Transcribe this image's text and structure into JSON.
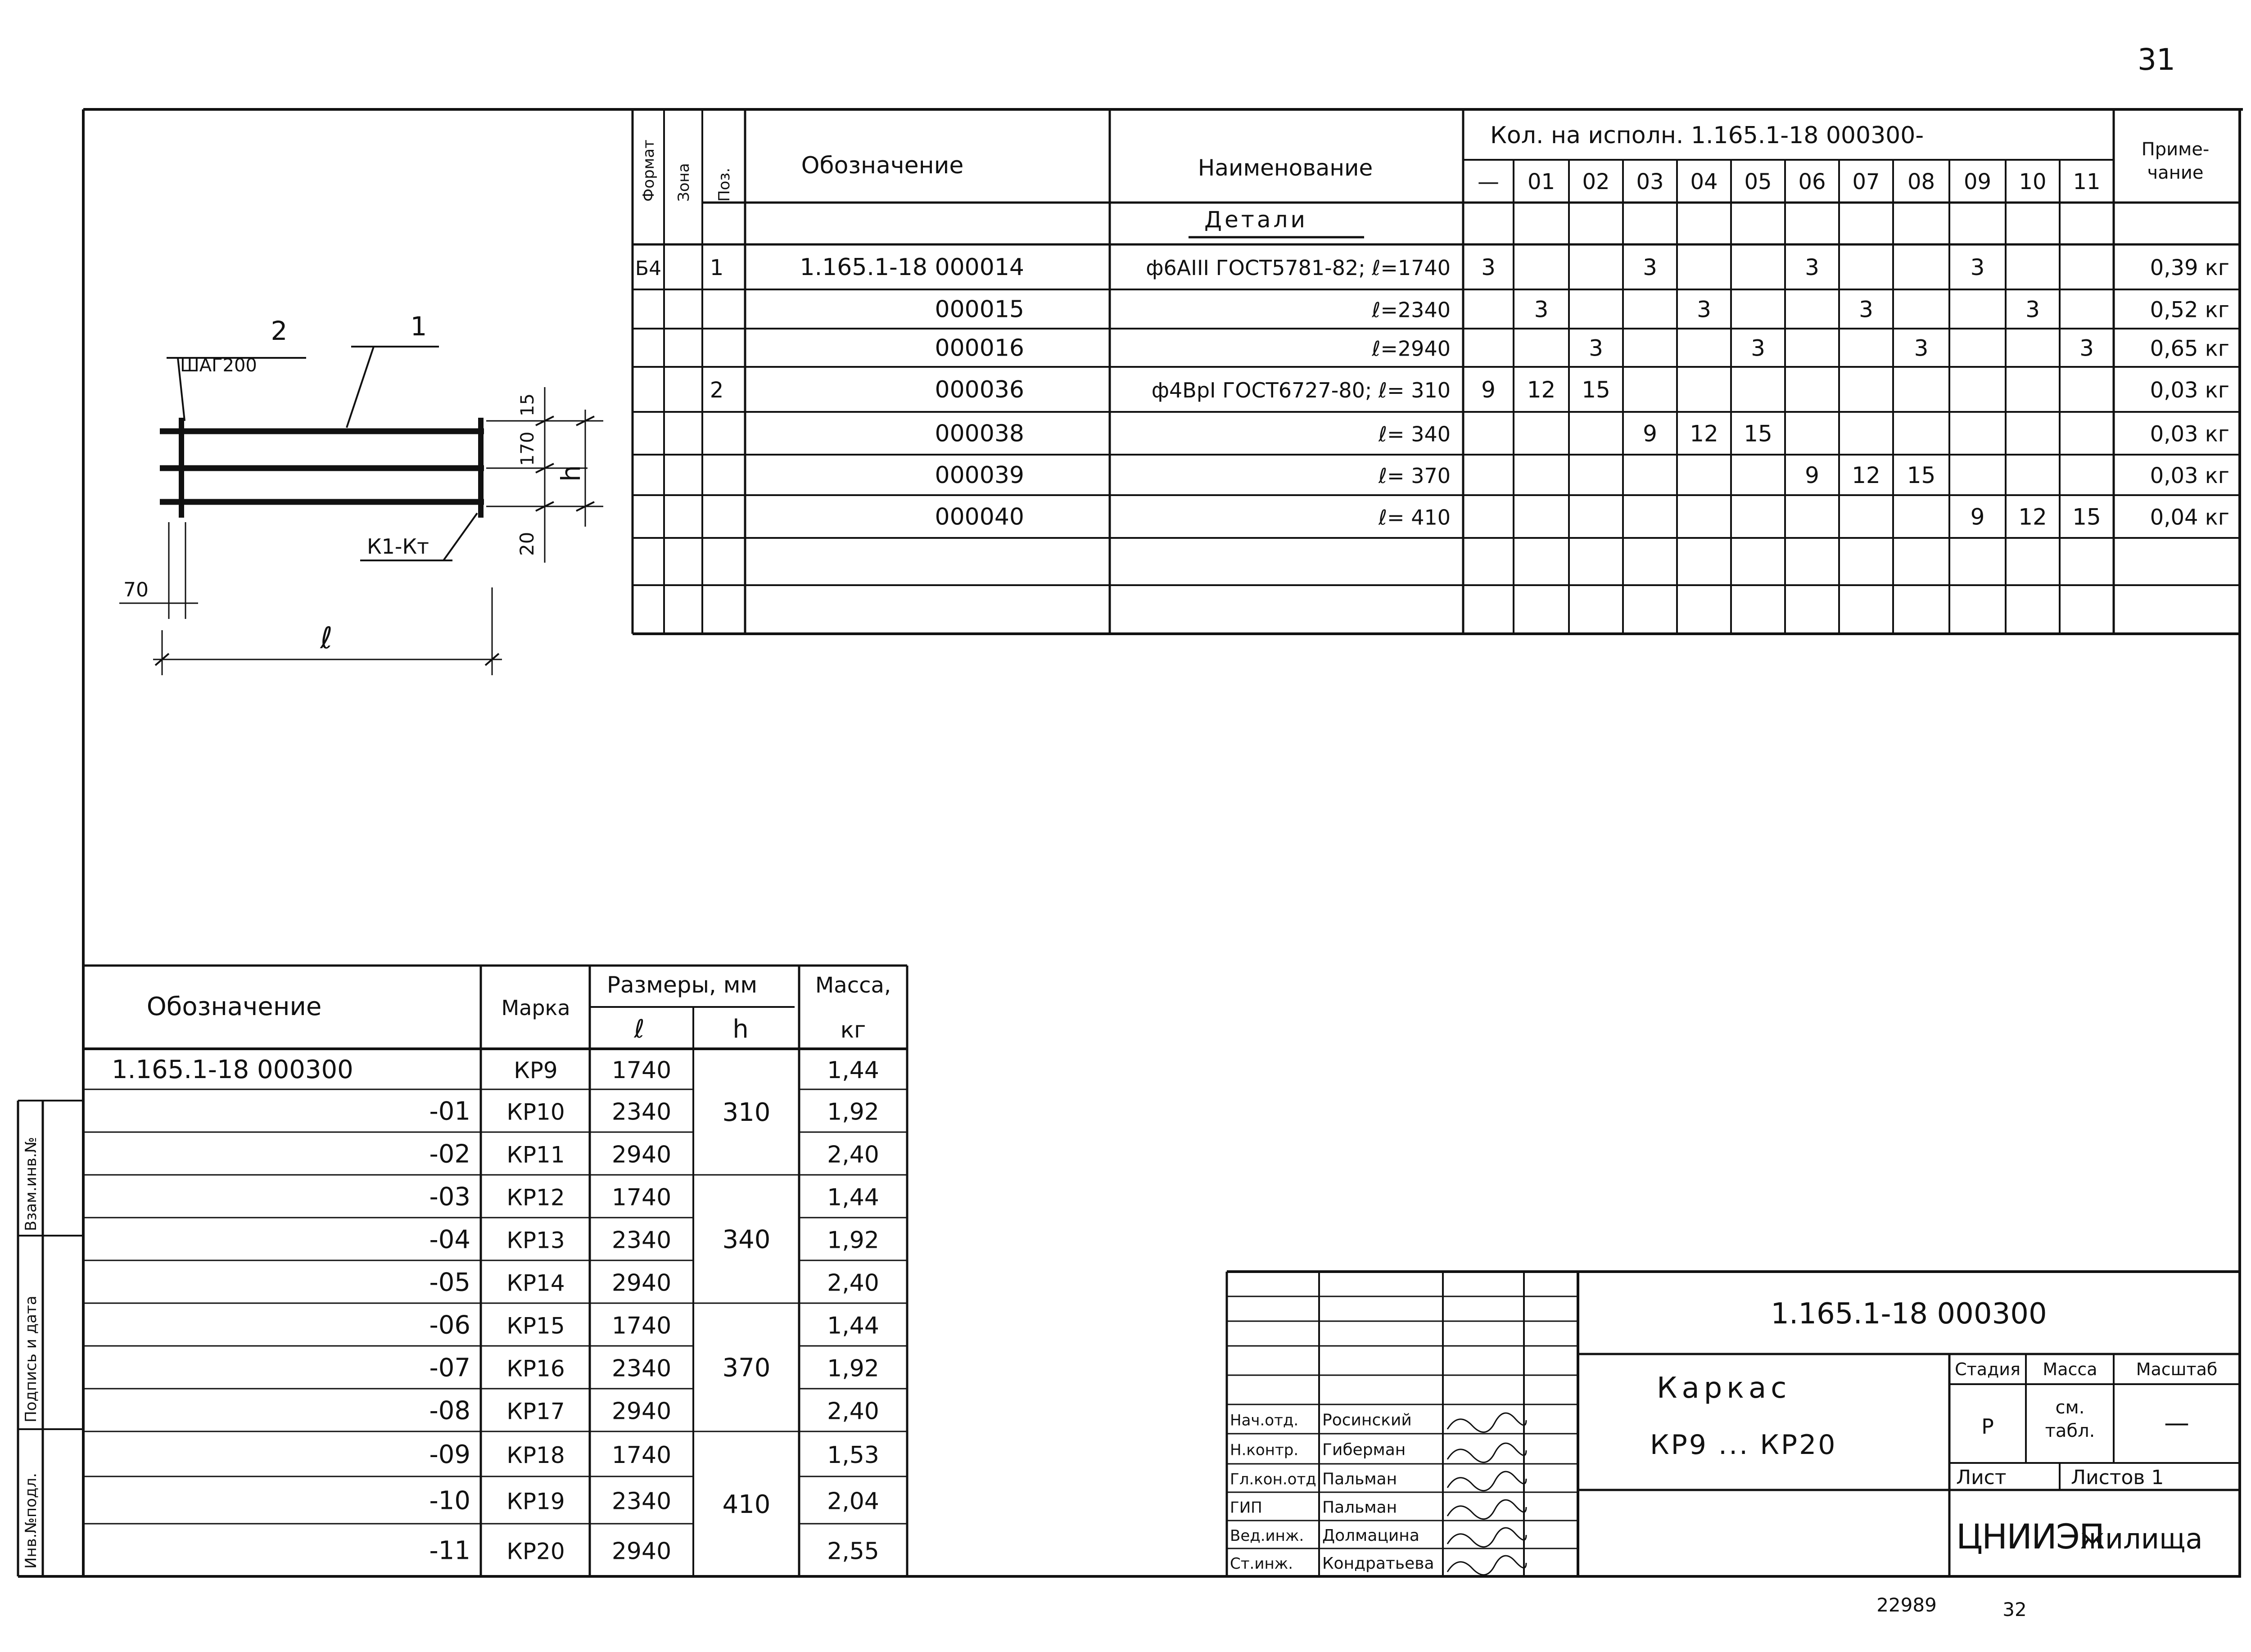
{
  "page": {
    "number": "31",
    "footer_left": "22989",
    "footer_right": "32"
  },
  "spec": {
    "header": {
      "format": "Формат",
      "zone": "Зона",
      "pos": "Поз.",
      "designation": "Обозначение",
      "name": "Наименование",
      "qty_title": "Кол. на исполн.  1.165.1-18  000300-",
      "note": "Приме-чание",
      "exec_cols": [
        "—",
        "01",
        "02",
        "03",
        "04",
        "05",
        "06",
        "07",
        "08",
        "09",
        "10",
        "11"
      ]
    },
    "section_title": "Детали",
    "rows": [
      {
        "format": "Б4",
        "pos": "1",
        "designation": "1.165.1-18  000014",
        "name": "ф6АIII ГОСТ5781-82; ℓ=1740",
        "qty": [
          "3",
          "",
          "",
          "3",
          "",
          "",
          "3",
          "",
          "",
          "3",
          "",
          ""
        ],
        "note": "0,39 кг"
      },
      {
        "format": "",
        "pos": "",
        "designation": "000015",
        "name": "ℓ=2340",
        "qty": [
          "",
          "3",
          "",
          "",
          "3",
          "",
          "",
          "3",
          "",
          "",
          "3",
          ""
        ],
        "note": "0,52 кг"
      },
      {
        "format": "",
        "pos": "",
        "designation": "000016",
        "name": "ℓ=2940",
        "qty": [
          "",
          "",
          "3",
          "",
          "",
          "3",
          "",
          "",
          "3",
          "",
          "",
          "3"
        ],
        "note": "0,65 кг"
      },
      {
        "format": "",
        "pos": "2",
        "designation": "000036",
        "name": "ф4ВрI ГОСТ6727-80; ℓ= 310",
        "qty": [
          "9",
          "12",
          "15",
          "",
          "",
          "",
          "",
          "",
          "",
          "",
          "",
          ""
        ],
        "note": "0,03 кг"
      },
      {
        "format": "",
        "pos": "",
        "designation": "000038",
        "name": "ℓ= 340",
        "qty": [
          "",
          "",
          "",
          "9",
          "12",
          "15",
          "",
          "",
          "",
          "",
          "",
          ""
        ],
        "note": "0,03 кг"
      },
      {
        "format": "",
        "pos": "",
        "designation": "000039",
        "name": "ℓ= 370",
        "qty": [
          "",
          "",
          "",
          "",
          "",
          "",
          "9",
          "12",
          "15",
          "",
          "",
          ""
        ],
        "note": "0,03 кг"
      },
      {
        "format": "",
        "pos": "",
        "designation": "000040",
        "name": "ℓ= 410",
        "qty": [
          "",
          "",
          "",
          "",
          "",
          "",
          "",
          "",
          "",
          "9",
          "12",
          "15"
        ],
        "note": "0,04 кг"
      }
    ]
  },
  "drawing": {
    "label_pos2": "2",
    "label_pos1": "1",
    "label_step": "ШАГ200",
    "label_k": "К1-Кт",
    "dim_l": "ℓ",
    "dim_h": "h",
    "dim_15": "15",
    "dim_170": "170",
    "dim_20": "20",
    "dim_70": "70"
  },
  "sizes": {
    "headers": {
      "designation": "Обозначение",
      "mark": "Марка",
      "dims": "Размеры, мм",
      "mass": "Масса,",
      "l": "ℓ",
      "h": "h",
      "kg": "кг"
    },
    "rows": [
      {
        "designation": "1.165.1-18   000300",
        "mark": "КР9",
        "l": "1740",
        "mass": "1,44"
      },
      {
        "designation": "-01",
        "mark": "КР10",
        "l": "2340",
        "mass": "1,92"
      },
      {
        "designation": "-02",
        "mark": "КР11",
        "l": "2940",
        "mass": "2,40"
      },
      {
        "designation": "-03",
        "mark": "КР12",
        "l": "1740",
        "mass": "1,44"
      },
      {
        "designation": "-04",
        "mark": "КР13",
        "l": "2340",
        "mass": "1,92"
      },
      {
        "designation": "-05",
        "mark": "КР14",
        "l": "2940",
        "mass": "2,40"
      },
      {
        "designation": "-06",
        "mark": "КР15",
        "l": "1740",
        "mass": "1,44"
      },
      {
        "designation": "-07",
        "mark": "КР16",
        "l": "2340",
        "mass": "1,92"
      },
      {
        "designation": "-08",
        "mark": "КР17",
        "l": "2940",
        "mass": "2,40"
      },
      {
        "designation": "-09",
        "mark": "КР18",
        "l": "1740",
        "mass": "1,53"
      },
      {
        "designation": "-10",
        "mark": "КР19",
        "l": "2340",
        "mass": "2,04"
      },
      {
        "designation": "-11",
        "mark": "КР20",
        "l": "2940",
        "mass": "2,55"
      }
    ],
    "h_groups": [
      "310",
      "340",
      "370",
      "410"
    ]
  },
  "side_stamp": {
    "vzam": "Взам.инв.№",
    "podpis": "Подпись и дата",
    "inv": "Инв.№подл."
  },
  "title_block": {
    "code": "1.165.1-18   000300",
    "name_line1": "Каркас",
    "name_line2": "КР9 ... КР20",
    "stage_label": "Стадия",
    "mass_label": "Масса",
    "scale_label": "Масштаб",
    "stage": "Р",
    "mass_value_line1": "см.",
    "mass_value_line2": "табл.",
    "scale": "—",
    "sheet_label": "Лист",
    "sheets_label": "Листов 1",
    "org": "ЦНИИЭП",
    "org_suffix": "жилища",
    "roles": [
      {
        "role": "Нач.отд.",
        "person": "Росинский"
      },
      {
        "role": "Н.контр.",
        "person": "Гиберман"
      },
      {
        "role": "Гл.кон.отд",
        "person": "Пальман"
      },
      {
        "role": "ГИП",
        "person": "Пальман"
      },
      {
        "role": "Вед.инж.",
        "person": "Долмацина"
      },
      {
        "role": "Ст.инж.",
        "person": "Кондратьева"
      }
    ]
  }
}
